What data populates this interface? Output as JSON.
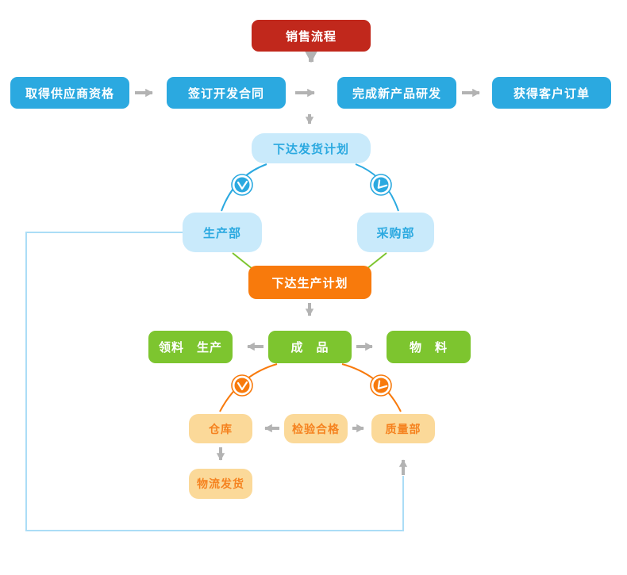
{
  "nodes": {
    "sales_process": {
      "label": "销售流程"
    },
    "supplier_qualification": {
      "label": "取得供应商资格"
    },
    "development_contract": {
      "label": "签订开发合同"
    },
    "new_product_rd": {
      "label": "完成新产品研发"
    },
    "customer_order": {
      "label": "获得客户订单"
    },
    "shipping_plan": {
      "label": "下达发货计划"
    },
    "production_dept": {
      "label": "生产部"
    },
    "purchasing_dept": {
      "label": "采购部"
    },
    "production_plan": {
      "label": "下达生产计划"
    },
    "material_production": {
      "label": "领料　生产"
    },
    "finished_goods": {
      "label": "成　品"
    },
    "materials": {
      "label": "物　料"
    },
    "warehouse": {
      "label": "仓库"
    },
    "inspection_passed": {
      "label": "检验合格"
    },
    "quality_dept": {
      "label": "质量部"
    },
    "logistics_shipping": {
      "label": "物流发货"
    }
  },
  "icons": {
    "scheduler_left_top": "clock-icon",
    "scheduler_right_top": "clock-icon",
    "scheduler_left_bottom": "clock-icon",
    "scheduler_right_bottom": "clock-icon"
  },
  "colors": {
    "header_red": "#C1281C",
    "process_blue": "#2BA9E0",
    "light_blue_fill": "#C9EAFB",
    "plan_orange": "#F87A0C",
    "goods_green": "#7DC52F",
    "qc_tan_fill": "#FBD999",
    "qc_tan_text": "#F5821F",
    "arrow_gray": "#B3B3B3",
    "loop_line_blue": "#ABDDF6"
  }
}
